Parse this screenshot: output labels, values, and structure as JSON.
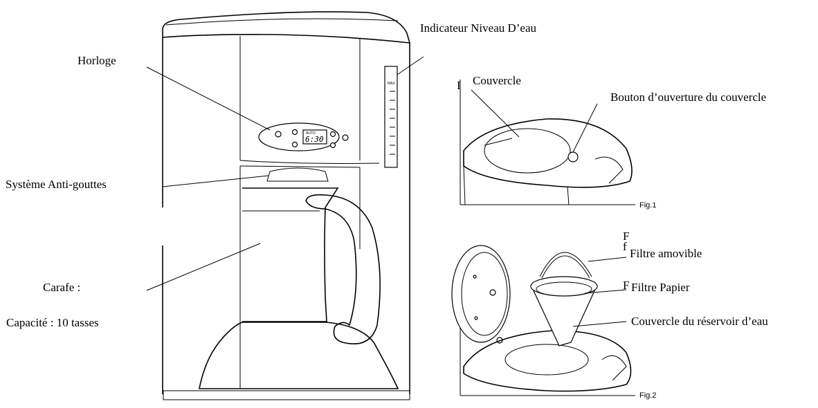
{
  "labels": {
    "horloge": "Horloge",
    "indicateur": "Indicateur Niveau D’eau",
    "anti_gouttes": "Système Anti-gouttes",
    "carafe": "Carafe :",
    "capacite": "Capacité : 10 tasses",
    "couvercle": "Couvercle",
    "bouton": "Bouton d’ouverture du couvercle",
    "filtre_amovible": "Filtre amovible",
    "filtre_papier": "Filtre Papier",
    "couvercle_reservoir": "Couvercle du réservoir d’eau",
    "fig1": "Fig.1",
    "fig2": "Fig.2",
    "stray_i": "I",
    "stray_f1": "F",
    "stray_f2": "f",
    "stray_f3": "F"
  },
  "panel": {
    "lcd_time": "6:30",
    "lcd_mode": "AUTO",
    "max_mark": "MAX"
  }
}
